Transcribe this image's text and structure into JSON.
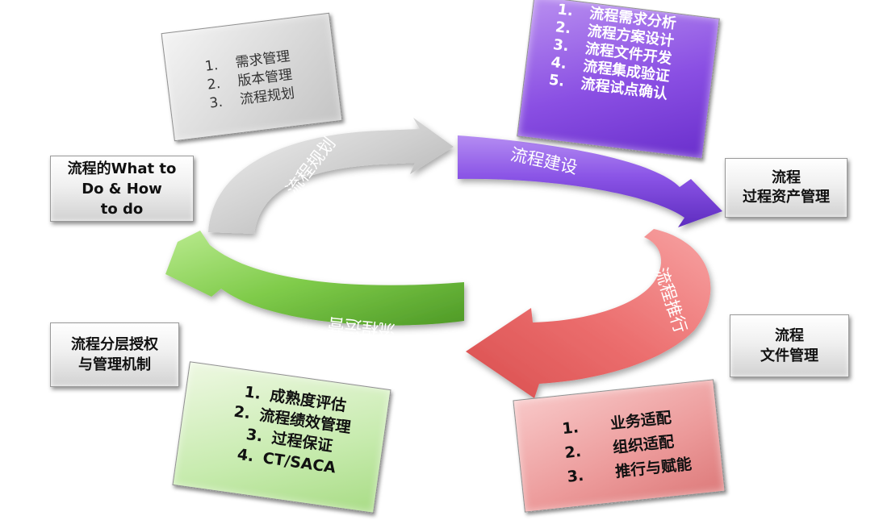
{
  "phases": {
    "planning": "流程规划",
    "construction": "流程建设",
    "promotion": "流程推行",
    "operation": "流程运营"
  },
  "callouts": {
    "needs": [
      {
        "num": "1.",
        "text": "需求管理"
      },
      {
        "num": "2.",
        "text": "版本管理"
      },
      {
        "num": "3.",
        "text": "流程规划"
      }
    ],
    "build": [
      {
        "num": "1.",
        "text": "流程需求分析"
      },
      {
        "num": "2.",
        "text": "流程方案设计"
      },
      {
        "num": "3.",
        "text": "流程文件开发"
      },
      {
        "num": "4.",
        "text": "流程集成验证"
      },
      {
        "num": "5.",
        "text": "流程试点确认"
      }
    ],
    "operate": [
      {
        "num": "1.",
        "text": "成熟度评估"
      },
      {
        "num": "2.",
        "text": "流程绩效管理"
      },
      {
        "num": "3.",
        "text": "过程保证"
      },
      {
        "num": "4.",
        "text": "CT/SACA"
      }
    ],
    "promote": [
      {
        "num": "1.",
        "text": "业务适配"
      },
      {
        "num": "2.",
        "text": "组织适配"
      },
      {
        "num": "3.",
        "text": "推行与赋能"
      }
    ]
  },
  "labels": {
    "what_how": [
      "流程的What to",
      "Do & How",
      "to do"
    ],
    "asset": [
      "流程",
      "过程资产管理"
    ],
    "doc": [
      "流程",
      "文件管理"
    ],
    "auth": [
      "流程分层授权",
      "与管理机制"
    ]
  },
  "colors": {
    "planning": "#c8c8c8",
    "construction": "#8a54e6",
    "promotion": "#ec6f6f",
    "operation": "#7fcb4a"
  }
}
